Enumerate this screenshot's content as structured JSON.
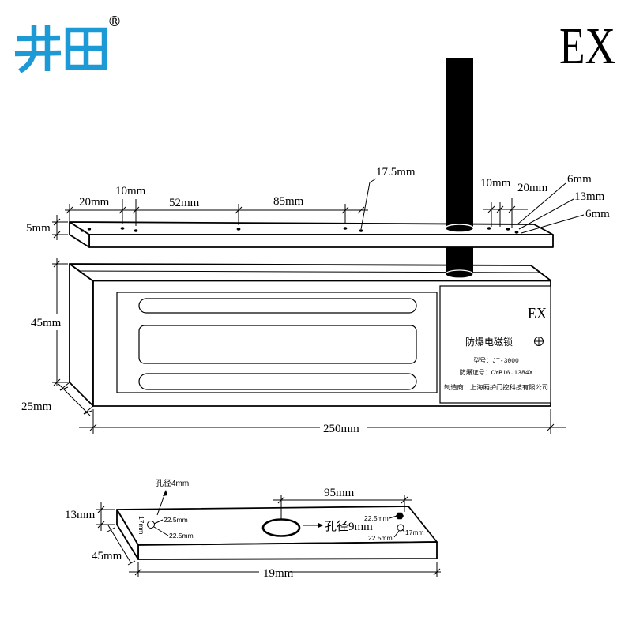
{
  "logo": {
    "text": "井田",
    "registered_mark": "®",
    "color": "#1c9ad6"
  },
  "ex_mark": {
    "text": "EX",
    "color": "#e3161c"
  },
  "armature_plate": {
    "dims": {
      "left_a": "20mm",
      "left_b": "10mm",
      "span_a": "52mm",
      "span_b": "85mm",
      "center_offset": "17.5mm",
      "right_a": "10mm",
      "right_b": "20mm",
      "right_c": "6mm",
      "right_d": "13mm",
      "right_e": "6mm",
      "thickness": "5mm"
    }
  },
  "lock_body": {
    "dims": {
      "height": "45mm",
      "depth": "25mm",
      "length": "250mm"
    },
    "nameplate": {
      "ex": "EX",
      "product_name": "防爆电磁锁",
      "model": "型号：JT-3000",
      "certificate": "防爆证号：CYB16.1384X",
      "manufacturer": "制造商：上海厢护门控科技有限公司"
    }
  },
  "mounting_bracket": {
    "dims": {
      "thickness": "13mm",
      "width": "45mm",
      "length": "19mm",
      "hole_spacing": "95mm",
      "small_hole_label": "孔径4mm",
      "large_hole_label": "孔径9mm",
      "left_edge": "17mm",
      "left_offset_top": "22.5mm",
      "left_offset_bottom": "22.5mm",
      "right_offset_top": "22.5mm",
      "right_offset_bottom": "22.5mm",
      "right_edge": "17mm"
    }
  }
}
